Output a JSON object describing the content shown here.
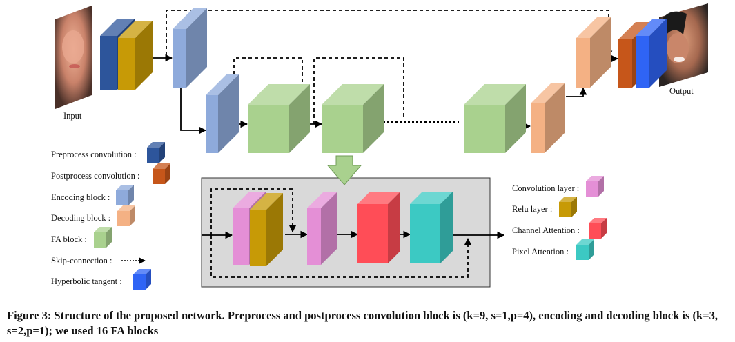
{
  "colors": {
    "preprocess": "#2d559b",
    "postprocess": "#c6561a",
    "encoding": "#8eaadb",
    "decoding": "#f4b184",
    "fa_block": "#a9d18e",
    "tanh": "#2f64f5",
    "conv_layer": "#e48fd6",
    "relu": "#c79a06",
    "channel_attention": "#ff4d57",
    "pixel_attention": "#3cc9c3",
    "fa_panel_bg": "#d9d9d9"
  },
  "labels": {
    "input": "Input",
    "output": "Output"
  },
  "legend_left": [
    {
      "label": "Preprocess convolution :",
      "icon": "preprocess-cube-icon",
      "color": "#2d559b"
    },
    {
      "label": "Postprocess convolution :",
      "icon": "postprocess-cube-icon",
      "color": "#c6561a"
    },
    {
      "label": "Encoding block :",
      "icon": "encoding-cube-icon",
      "color": "#8eaadb"
    },
    {
      "label": "Decoding block :",
      "icon": "decoding-cube-icon",
      "color": "#f4b184"
    },
    {
      "label": "FA block :",
      "icon": "fa-block-cube-icon",
      "color": "#a9d18e"
    },
    {
      "label": "Skip-connection :",
      "icon": "dotted-arrow-icon",
      "color": "#000000"
    },
    {
      "label": "Hyperbolic tangent :",
      "icon": "tanh-cube-icon",
      "color": "#2f64f5"
    }
  ],
  "legend_right": [
    {
      "label": "Convolution layer :",
      "icon": "conv-layer-cube-icon",
      "color": "#e48fd6"
    },
    {
      "label": "Relu layer :",
      "icon": "relu-cube-icon",
      "color": "#c79a06"
    },
    {
      "label": "Channel Attention :",
      "icon": "channel-attention-cube-icon",
      "color": "#ff4d57"
    },
    {
      "label": "Pixel Attention :",
      "icon": "pixel-attention-cube-icon",
      "color": "#3cc9c3"
    }
  ],
  "caption": "Figure 3: Structure of the proposed network. Preprocess and postprocess convolution block is (k=9, s=1,p=4), encoding and decoding block is (k=3, s=2,p=1); we used 16 FA blocks"
}
